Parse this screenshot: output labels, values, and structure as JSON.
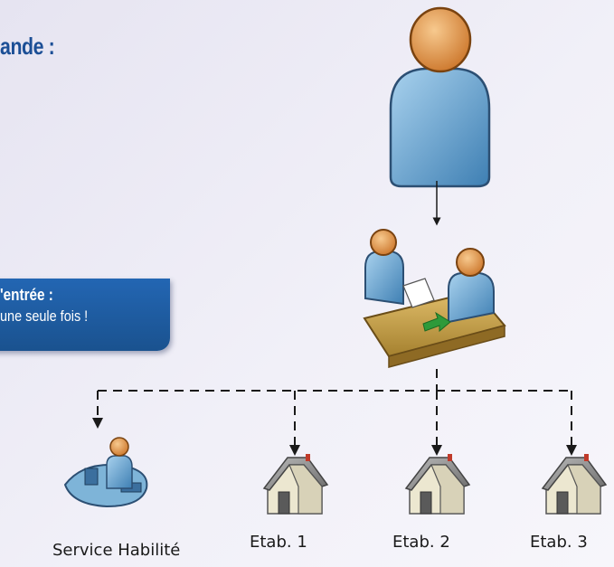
{
  "header": {
    "title": "ande :"
  },
  "callout": {
    "line1": "'entrée :",
    "line2": "une seule fois !"
  },
  "nodes": {
    "service": "Service Habilité",
    "etab1": "Etab. 1",
    "etab2": "Etab. 2",
    "etab3": "Etab. 3"
  },
  "colors": {
    "title": "#1c4f96",
    "callout_bg": "#1f5da3",
    "person_body": "#6fa7cf",
    "person_head": "#e8a05a",
    "desk": "#c9a250",
    "house_roof": "#8e8e8e",
    "house_wall": "#f2edd8",
    "arrow_green": "#2e9a3a"
  },
  "icons": [
    "user-icon",
    "meeting-desk-icon",
    "operator-workstation-icon",
    "house-icon"
  ]
}
